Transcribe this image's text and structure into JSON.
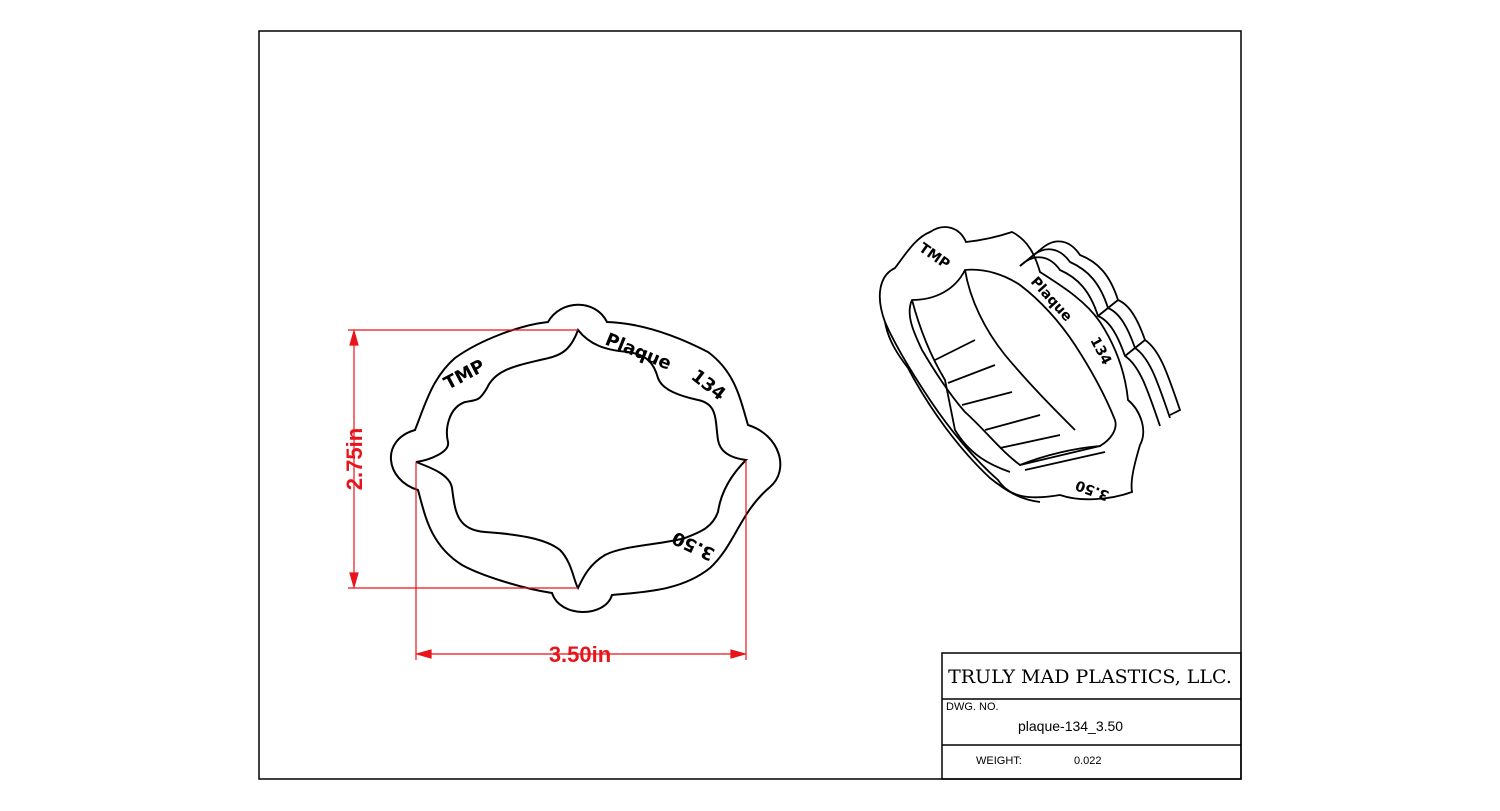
{
  "drawing": {
    "dimensions": {
      "height_label": "2.75in",
      "width_label": "3.50in",
      "color": "#e8141c"
    },
    "emboss_text": {
      "brand": "TMP",
      "name": "Plaque",
      "number": "134",
      "size": "3.50"
    },
    "title_block": {
      "company": "TRULY MAD PLASTICS, LLC.",
      "dwg_no_label": "DWG.  NO.",
      "dwg_no_value": "plaque-134_3.50",
      "weight_label": "WEIGHT:",
      "weight_value": "0.022"
    }
  }
}
